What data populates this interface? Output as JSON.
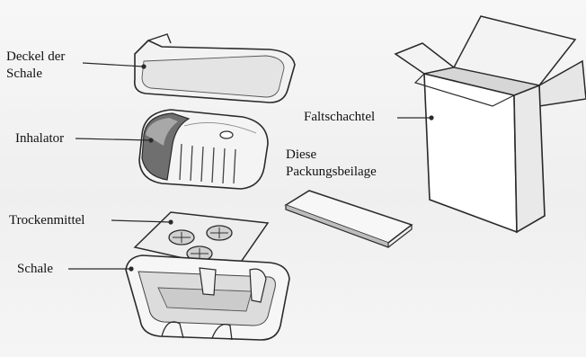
{
  "labels": {
    "lid": {
      "line1": "Deckel der",
      "line2": "Schale"
    },
    "inhaler": "Inhalator",
    "desiccant": "Trockenmittel",
    "tray": "Schale",
    "carton": "Faltschachtel",
    "leaflet": {
      "line1": "Diese",
      "line2": "Packungsbeilage"
    }
  },
  "colors": {
    "line": "#2a2a2a",
    "fill_light": "#ffffff",
    "fill_shade": "#d9d9d9",
    "fill_mid": "#bdbdbd",
    "fill_dark": "#6f6f6f"
  }
}
